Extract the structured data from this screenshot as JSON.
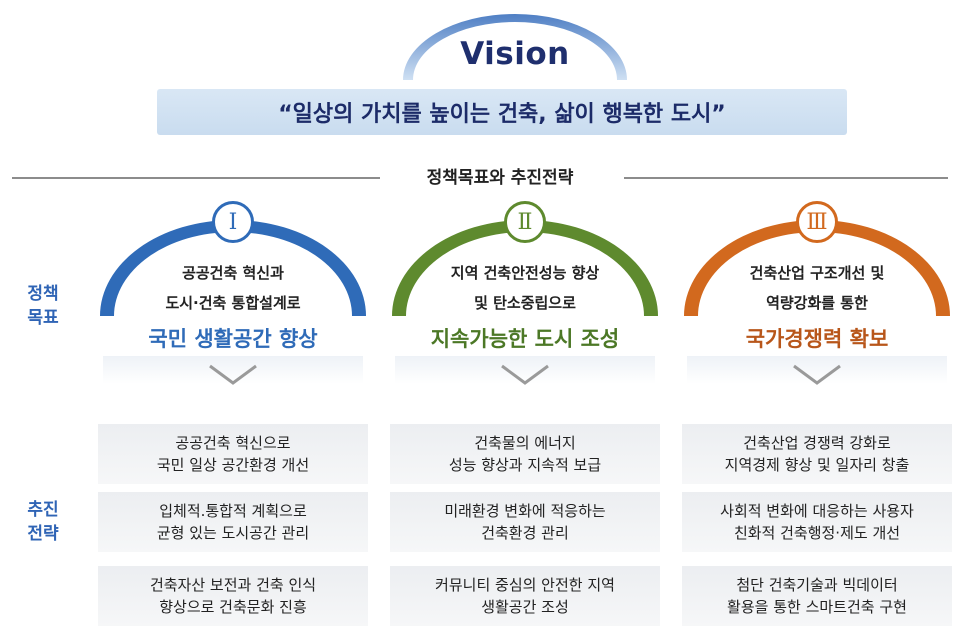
{
  "vision": {
    "title": "Vision",
    "statement": "“일상의 가치를 높이는 건축, 삶이 행복한 도시”"
  },
  "section_heading": "정책목표와 추진전략",
  "side_labels": {
    "goals": "정책\n목표",
    "strategies": "추진\n전략"
  },
  "colors": {
    "col1": "#2f6bb8",
    "col2": "#5e8a2e",
    "col3": "#d2691e",
    "navy": "#1f2f6e",
    "side": "#2f64b5"
  },
  "columns": [
    {
      "numeral": "Ⅰ",
      "goal_lines": [
        "공공건축 혁신과",
        "도시·건축 통합설계로"
      ],
      "goal_main": "국민 생활공간 향상",
      "strategies": [
        "공공건축 혁신으로\n국민 일상 공간환경 개선",
        "입체적.통합적 계획으로\n균형 있는 도시공간 관리",
        "건축자산 보전과 건축 인식\n향상으로 건축문화 진흥"
      ]
    },
    {
      "numeral": "Ⅱ",
      "goal_lines": [
        "지역 건축안전성능 향상",
        "및 탄소중립으로"
      ],
      "goal_main": "지속가능한 도시 조성",
      "strategies": [
        "건축물의 에너지\n성능 향상과 지속적 보급",
        "미래환경 변화에 적응하는\n건축환경 관리",
        "커뮤니티 중심의 안전한 지역\n생활공간 조성"
      ]
    },
    {
      "numeral": "Ⅲ",
      "goal_lines": [
        "건축산업 구조개선 및",
        "역량강화를 통한"
      ],
      "goal_main": "국가경쟁력 확보",
      "strategies": [
        "건축산업 경쟁력 강화로\n지역경제 향상 및 일자리 창출",
        "사회적 변화에 대응하는 사용자\n친화적 건축행정·제도 개선",
        "첨단 건축기술과 빅데이터\n활용을 통한 스마트건축 구현"
      ]
    }
  ]
}
